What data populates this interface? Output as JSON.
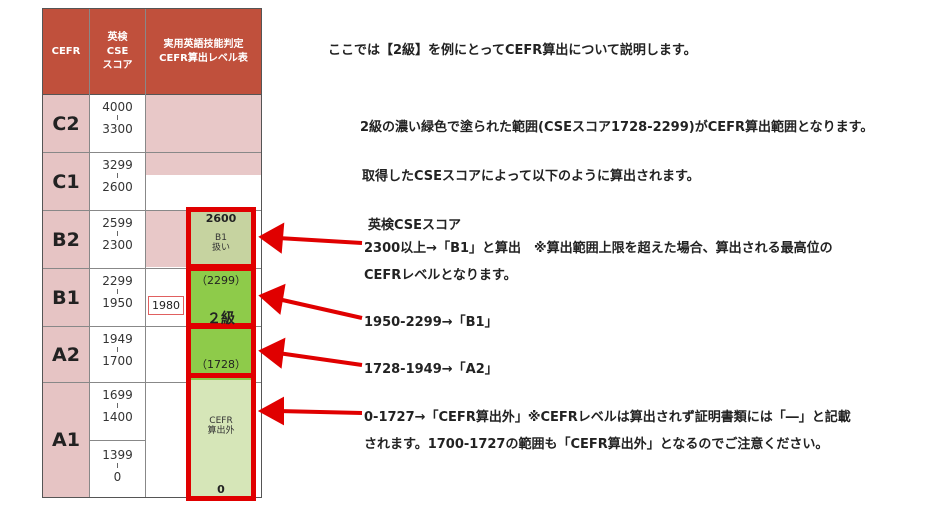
{
  "table": {
    "headers": {
      "cefr": "CEFR",
      "cse": "英検\nCSE\nスコア",
      "judge": "実用英語技能判定\nCEFR算出レベル表"
    },
    "levels": [
      {
        "name": "C2",
        "high": "4000",
        "low": "3300"
      },
      {
        "name": "C1",
        "high": "3299",
        "low": "2600"
      },
      {
        "name": "B2",
        "high": "2599",
        "low": "2300"
      },
      {
        "name": "B1",
        "high": "2299",
        "low": "1950"
      },
      {
        "name": "A2",
        "high": "1949",
        "low": "1700"
      },
      {
        "name": "A1",
        "high": "1699",
        "low": "1400",
        "high2": "1399",
        "low2": "0"
      }
    ],
    "box_1980": "1980",
    "col": {
      "top_2600": "2600",
      "b1_treat": "B1\n扱い",
      "v2299": "（2299）",
      "grade2": "２級",
      "v1728": "（1728）",
      "cefr_out": "CEFR\n算出外",
      "bottom_0": "0"
    }
  },
  "explain": {
    "intro": "ここでは【2級】を例にとってCEFR算出について説明します。",
    "line2": "2級の濃い緑色で塗られた範囲(CSEスコア1728-2299)がCEFR算出範囲となります。",
    "line3": "取得したCSEスコアによって以下のように算出されます。",
    "label": "英検CSEスコア",
    "b1_a": "2300以上→「B1」と算出　※算出範囲上限を超えた場合、算出される最高位の",
    "b1_b": "CEFRレベルとなります。",
    "b1": "1950-2299→「B1」",
    "a2": "1728-1949→「A2」",
    "out_a": "0-1727→「CEFR算出外」※CEFRレベルは算出されず証明書類には「―」と記載",
    "out_b": "されます。1700-1727の範囲も「CEFR算出外」となるのでご注意ください。"
  },
  "colors": {
    "header": "#c0503c",
    "pink": "#e8c8c8",
    "dark_green": "#8ecb4a",
    "light_green": "#d6e6b8",
    "red": "#e00000"
  }
}
